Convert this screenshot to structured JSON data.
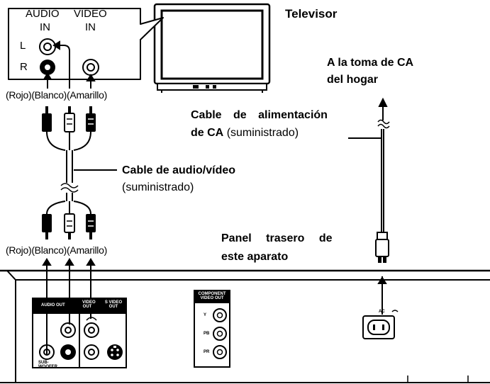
{
  "tv": {
    "title": "Televisor",
    "audio_in_label": "AUDIO",
    "video_in_label": "VIDEO",
    "in_label_1": "IN",
    "in_label_2": "IN",
    "left_label": "L",
    "right_label": "R"
  },
  "colors_top": "(Rojo)(Blanco)(Amarillo)",
  "colors_bottom": "(Rojo)(Blanco)(Amarillo)",
  "outlet": {
    "line1": "A la toma de CA",
    "line2": "del hogar"
  },
  "power_cable": {
    "line1": "Cable de alimentación",
    "line2_bold": "de CA",
    "line2_rest": "(suministrado)"
  },
  "av_cable": {
    "line1": "Cable de audio/vídeo",
    "line2": "(suministrado)"
  },
  "rear_panel": {
    "line1": "Panel trasero de",
    "line2": "este aparato"
  },
  "unit": {
    "audio_out": "AUDIO OUT",
    "video_out": "VIDEO OUT",
    "s_video_out": "S VIDEO OUT",
    "subwoofer": "SUB-WOOFER",
    "component_title": "COMPONENT VIDEO OUT",
    "y": "Y",
    "pb": "PB",
    "pr": "PR",
    "ac": "AC"
  }
}
